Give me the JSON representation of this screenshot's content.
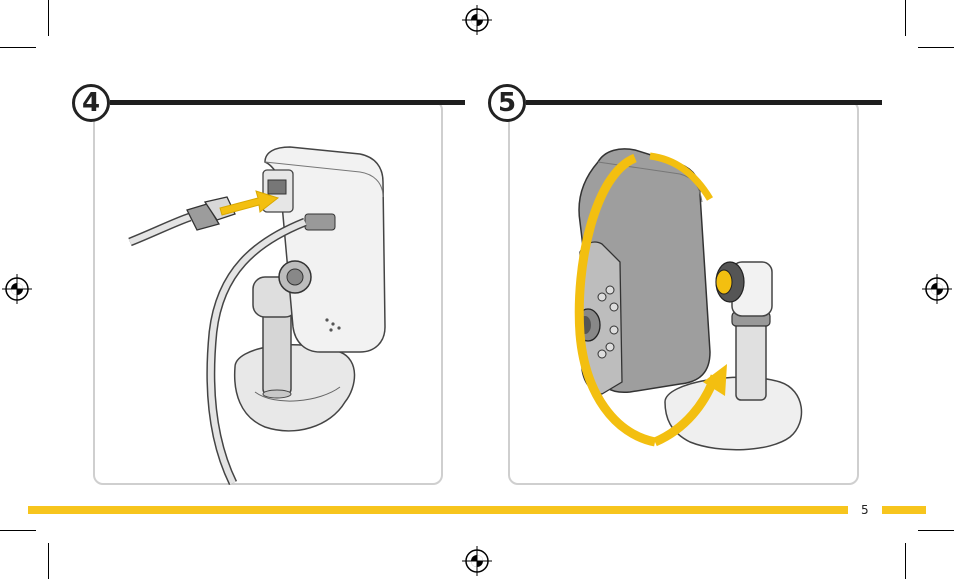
{
  "steps": [
    {
      "number": "4",
      "illustration": "cable-plug-into-camera"
    },
    {
      "number": "5",
      "illustration": "camera-rotate-on-stand"
    }
  ],
  "footer": {
    "page_number": "5"
  },
  "colors": {
    "accent": "#f7c51d",
    "arrow": "#f3bf10",
    "rule": "#1e1e1e",
    "panel_border": "#cfcfcf",
    "device_gray": "#c8c8c8"
  },
  "icons": [
    "registration-mark-icon",
    "crop-mark-icon",
    "arrow-icon",
    "rotation-arrow-icon"
  ]
}
